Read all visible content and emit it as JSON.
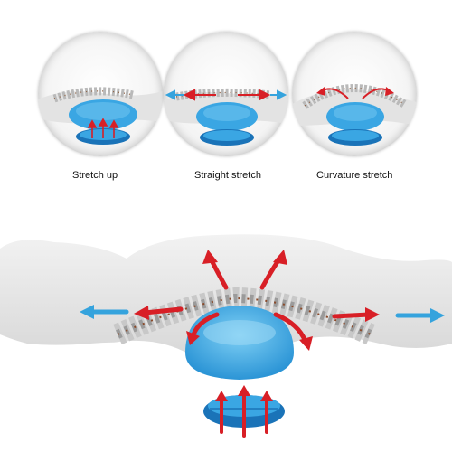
{
  "panels": [
    {
      "label": "Stretch up"
    },
    {
      "label": "Straight stretch"
    },
    {
      "label": "Curvature stretch"
    }
  ],
  "colors": {
    "device_blue": "#3aa6e3",
    "device_dark": "#1a73b8",
    "arrow_red": "#d81f26",
    "arrow_blue": "#35a3dd",
    "body_gray": "#e8e8e8"
  },
  "icons": [
    "spine-icon",
    "massage-device-icon",
    "red-arrow-icon",
    "blue-arrow-icon"
  ]
}
